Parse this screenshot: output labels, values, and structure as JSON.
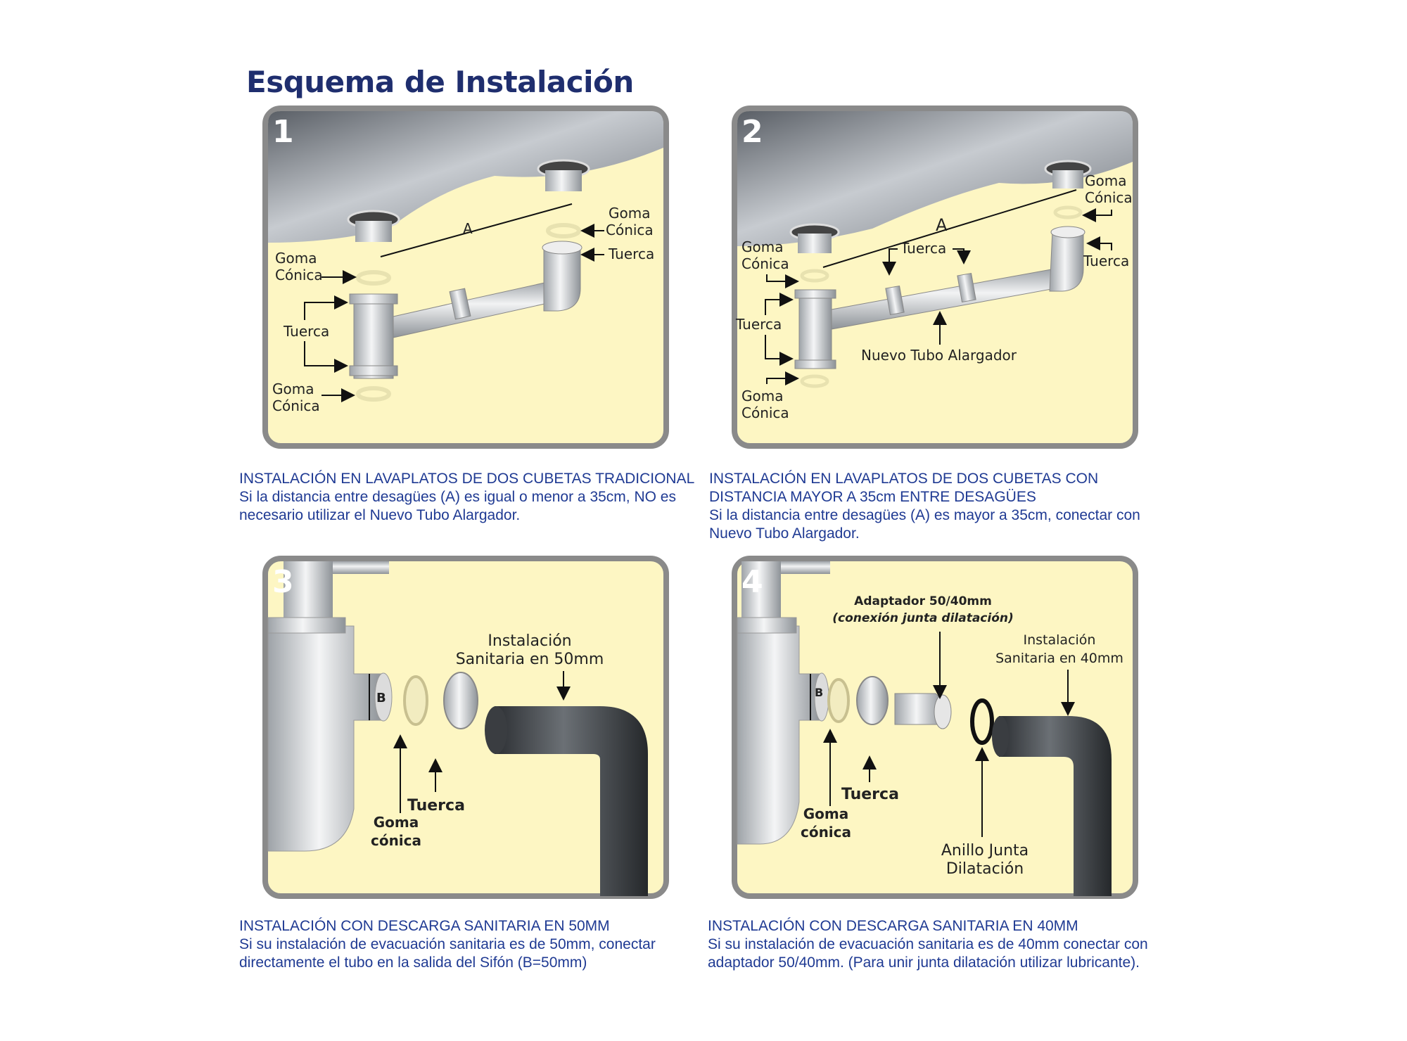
{
  "title": "Esquema de Instalación",
  "colors": {
    "title": "#1f2e6e",
    "caption": "#1f3a93",
    "panel_bg": "#fdf6c3",
    "panel_border": "#8a8a8a"
  },
  "panels": [
    {
      "number": "1",
      "labels": {
        "goma_conica_top_1": "Goma",
        "goma_conica_top_2": "Cónica",
        "tuerca_top": "Tuerca",
        "a": "A",
        "goma_conica_left_1": "Goma",
        "goma_conica_left_2": "Cónica",
        "tuerca_left": "Tuerca",
        "goma_conica_bottom_1": "Goma",
        "goma_conica_bottom_2": "Cónica"
      },
      "caption_title": "INSTALACIÓN EN LAVAPLATOS DE DOS CUBETAS TRADICIONAL",
      "caption_text": "Si la distancia entre desagües (A) es igual o menor a 35cm, NO es necesario utilizar el Nuevo Tubo Alargador."
    },
    {
      "number": "2",
      "labels": {
        "goma_conica_top_1": "Goma",
        "goma_conica_top_2": "Cónica",
        "tuerca_top": "Tuerca",
        "a": "A",
        "tuerca_mid": "Tuerca",
        "goma_conica_left_1": "Goma",
        "goma_conica_left_2": "Cónica",
        "tuerca_left": "Tuerca",
        "nuevo_tubo": "Nuevo Tubo Alargador",
        "goma_conica_bottom_1": "Goma",
        "goma_conica_bottom_2": "Cónica"
      },
      "caption_title": "INSTALACIÓN EN LAVAPLATOS DE DOS CUBETAS CON DISTANCIA MAYOR A 35cm ENTRE DESAGÜES",
      "caption_text": "Si la distancia entre desagües (A) es mayor a 35cm, conectar con Nuevo Tubo Alargador."
    },
    {
      "number": "3",
      "labels": {
        "instalacion_1": "Instalación",
        "instalacion_2": "Sanitaria en 50mm",
        "b": "B",
        "tuerca": "Tuerca",
        "goma_1": "Goma",
        "goma_2": "cónica"
      },
      "caption_title": "INSTALACIÓN CON DESCARGA SANITARIA EN 50MM",
      "caption_text": "Si su instalación de evacuación sanitaria es de 50mm, conectar directamente el tubo en la salida del Sifón (B=50mm)"
    },
    {
      "number": "4",
      "labels": {
        "adaptador_1": "Adaptador 50/40mm",
        "adaptador_2": "(conexión junta dilatación)",
        "instalacion_1": "Instalación",
        "instalacion_2": "Sanitaria en 40mm",
        "b": "B",
        "tuerca": "Tuerca",
        "goma_1": "Goma",
        "goma_2": "cónica",
        "anillo_1": "Anillo Junta",
        "anillo_2": "Dilatación"
      },
      "caption_title": "INSTALACIÓN CON DESCARGA SANITARIA EN 40MM",
      "caption_text": "Si su instalación de evacuación sanitaria es de 40mm conectar con adaptador 50/40mm. (Para unir junta dilatación utilizar lubricante)."
    }
  ]
}
